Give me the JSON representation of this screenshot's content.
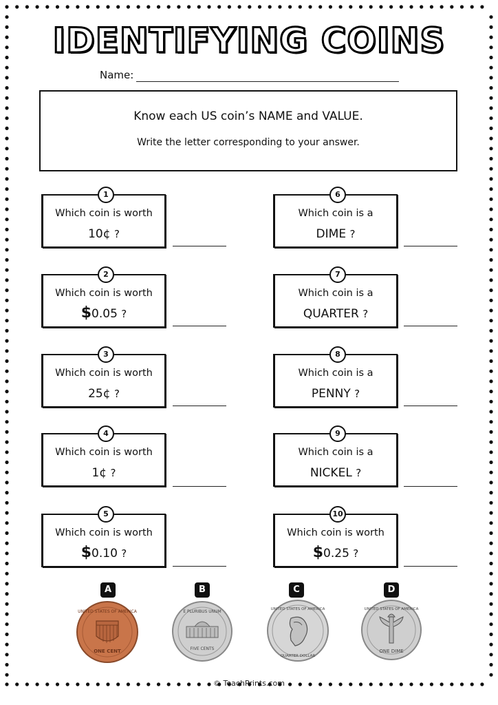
{
  "title": "IDENTIFYING COINS",
  "name_label": "Name:",
  "instructions": {
    "main": "Know each US coin’s NAME and VALUE.",
    "sub": "Write the letter corresponding to your answer."
  },
  "questions": [
    {
      "number": "1",
      "line1": "Which coin is worth",
      "value": "10¢",
      "dollar": "",
      "mark": "?"
    },
    {
      "number": "2",
      "line1": "Which coin is worth",
      "value": "0.05",
      "dollar": "$",
      "mark": "?"
    },
    {
      "number": "3",
      "line1": "Which coin is worth",
      "value": "25¢",
      "dollar": "",
      "mark": "?"
    },
    {
      "number": "4",
      "line1": "Which coin is worth",
      "value": "1¢",
      "dollar": "",
      "mark": "?"
    },
    {
      "number": "5",
      "line1": "Which coin is worth",
      "value": "0.10",
      "dollar": "$",
      "mark": "?"
    },
    {
      "number": "6",
      "line1": "Which coin is a",
      "value": "DIME",
      "dollar": "",
      "mark": "?"
    },
    {
      "number": "7",
      "line1": "Which coin is a",
      "value": "QUARTER",
      "dollar": "",
      "mark": "?"
    },
    {
      "number": "8",
      "line1": "Which coin is a",
      "value": "PENNY",
      "dollar": "",
      "mark": "?"
    },
    {
      "number": "9",
      "line1": "Which coin is a",
      "value": "NICKEL",
      "dollar": "",
      "mark": "?"
    },
    {
      "number": "10",
      "line1": "Which coin is worth",
      "value": "0.25",
      "dollar": "$",
      "mark": "?"
    }
  ],
  "coins": [
    {
      "letter": "A",
      "kind": "penny",
      "color": "#c9754a",
      "top_text": "UNITED STATES OF AMERICA",
      "bottom_text": "ONE CENT"
    },
    {
      "letter": "B",
      "kind": "nickel",
      "color": "#c9c9c9",
      "top_text": "E PLURIBUS UNUM",
      "bottom_text": "FIVE CENTS"
    },
    {
      "letter": "C",
      "kind": "quarter",
      "color": "#d6d6d6",
      "top_text": "UNITED STATES OF AMERICA",
      "bottom_text": "QUARTER DOLLAR"
    },
    {
      "letter": "D",
      "kind": "dime",
      "color": "#cfcfcf",
      "top_text": "UNITED STATES OF AMERICA",
      "bottom_text": "ONE DIME"
    }
  ],
  "footer": "© TeachPrints.com"
}
